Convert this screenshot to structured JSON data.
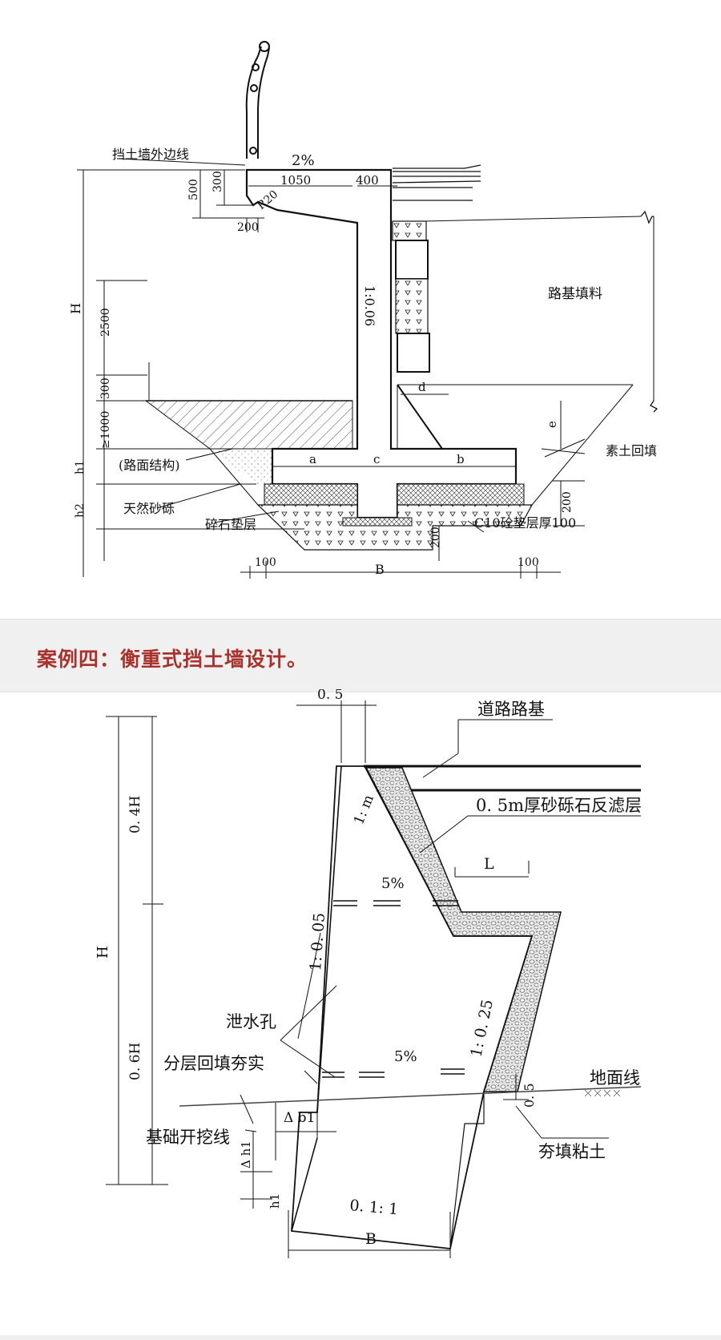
{
  "top": {
    "outer_edge_label": "挡土墙外边线",
    "slope_top": "2%",
    "dim_1050": "1050",
    "dim_400": "400",
    "dim_500": "500",
    "dim_300a": "300",
    "dim_r20": "R20",
    "dim_200a": "200",
    "dim_h": "H",
    "dim_2500": "2500",
    "dim_300b": "300",
    "dim_1000": "≥1000",
    "dim_h1": "h1",
    "dim_h2": "h2",
    "wall_slope": "1:0.06",
    "fill_label": "路基填料",
    "dim_d": "d",
    "dim_e": "e",
    "backfill_label": "素土回填",
    "dim_a": "a",
    "dim_c": "c",
    "dim_b": "b",
    "pavement_label": "(路面结构)",
    "sand_label": "天然砂砾",
    "gravel_label": "碎石垫层",
    "c10_label": "C10砼垫层厚100",
    "dim_200b": "200",
    "dim_200c": "200",
    "dim_100l": "100",
    "dim_B": "B",
    "dim_100r": "100"
  },
  "section_title": "案例四：衡重式挡土墙设计。",
  "bottom": {
    "dim_05": "0. 5",
    "road_label": "道路路基",
    "filter_label": "0. 5m厚砂砾石反滤层",
    "dim_04H": "0. 4H",
    "slope_1m": "1: m",
    "dim_L": "L",
    "slope_005": "1: 0. 05",
    "pct_upper": "5%",
    "dim_H": "H",
    "drain_label": "泄水孔",
    "dim_06H": "0. 6H",
    "slope_025": "1: 0. 25",
    "layer_label": "分层回填夯实",
    "pct_lower": "5%",
    "ground_label": "地面线",
    "dim_05b": "0. 5",
    "excav_label": "基础开挖线",
    "dim_db1": "Δ b1",
    "clay_label": "夯填粘土",
    "dim_dh1": "Δ h1",
    "dim_h1": "h1",
    "base_slope": "0. 1: 1",
    "dim_B": "B"
  }
}
